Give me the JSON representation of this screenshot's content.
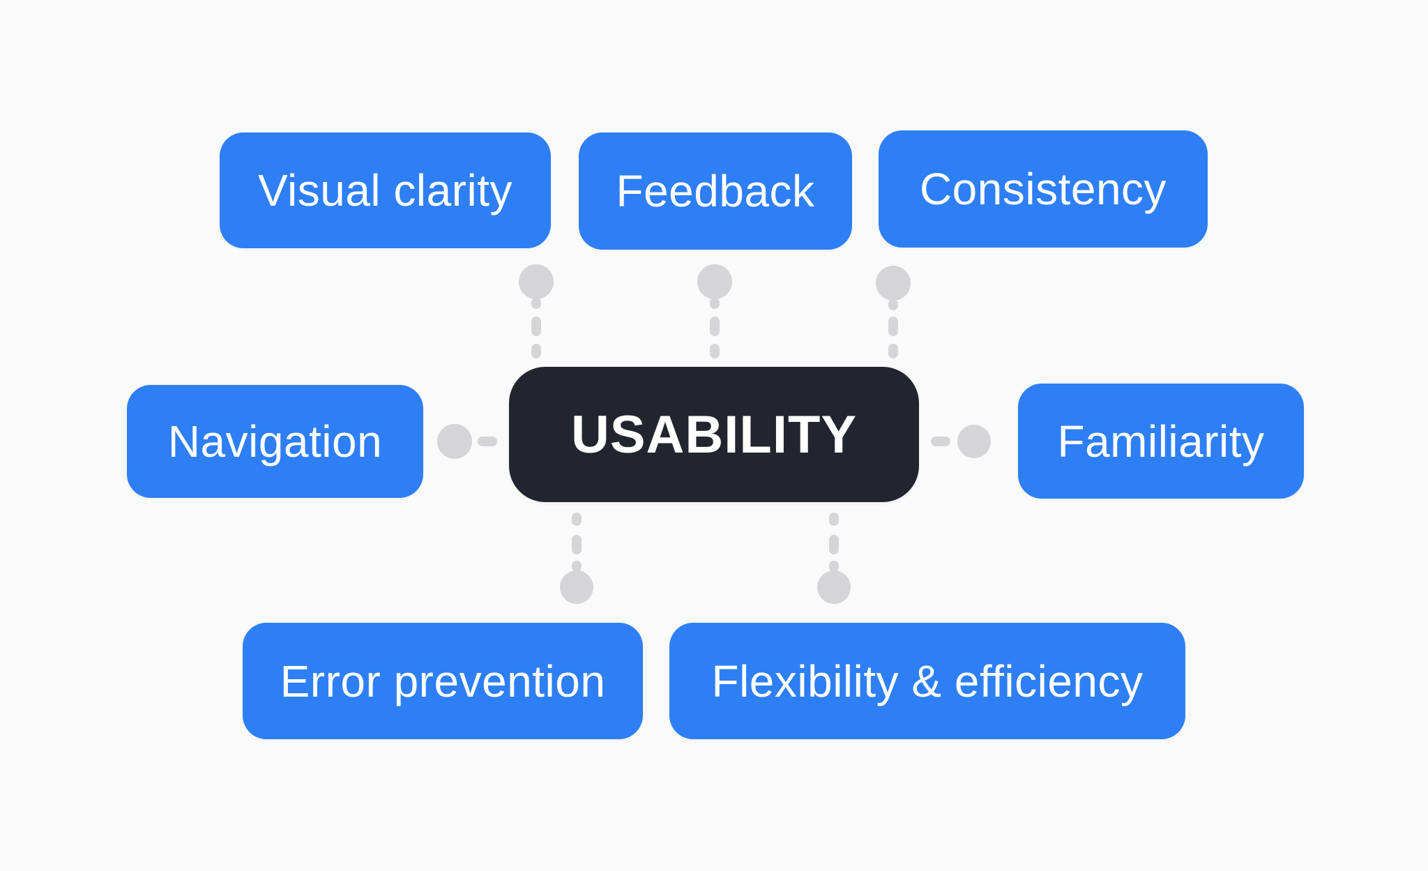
{
  "canvas": {
    "background": "#FAFAFA"
  },
  "colors": {
    "node_fill": "#2E7FF5",
    "node_text": "#FFFFFF",
    "center_fill": "#23252E",
    "center_text": "#FFFFFF",
    "connector": "#D5D5D7"
  },
  "diagram": {
    "center": {
      "id": "usability",
      "label": "USABILITY"
    },
    "nodes": [
      {
        "id": "visual-clarity",
        "label": "Visual clarity",
        "position": "top-left"
      },
      {
        "id": "feedback",
        "label": "Feedback",
        "position": "top-center"
      },
      {
        "id": "consistency",
        "label": "Consistency",
        "position": "top-right"
      },
      {
        "id": "navigation",
        "label": "Navigation",
        "position": "middle-left"
      },
      {
        "id": "familiarity",
        "label": "Familiarity",
        "position": "middle-right"
      },
      {
        "id": "error-prevention",
        "label": "Error prevention",
        "position": "bottom-left"
      },
      {
        "id": "flexibility-efficiency",
        "label": "Flexibility & efficiency",
        "position": "bottom-right"
      }
    ]
  }
}
